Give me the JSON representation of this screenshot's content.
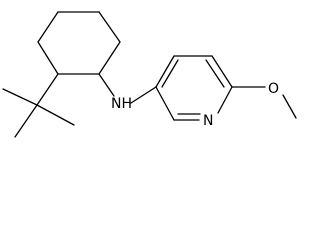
{
  "molecule": {
    "atoms": {
      "amine": "NH",
      "ring_nitrogen": "N",
      "ether_oxygen": "O"
    },
    "colors": {
      "bond": "#000000",
      "label": "#000000",
      "background": "#ffffff"
    }
  }
}
